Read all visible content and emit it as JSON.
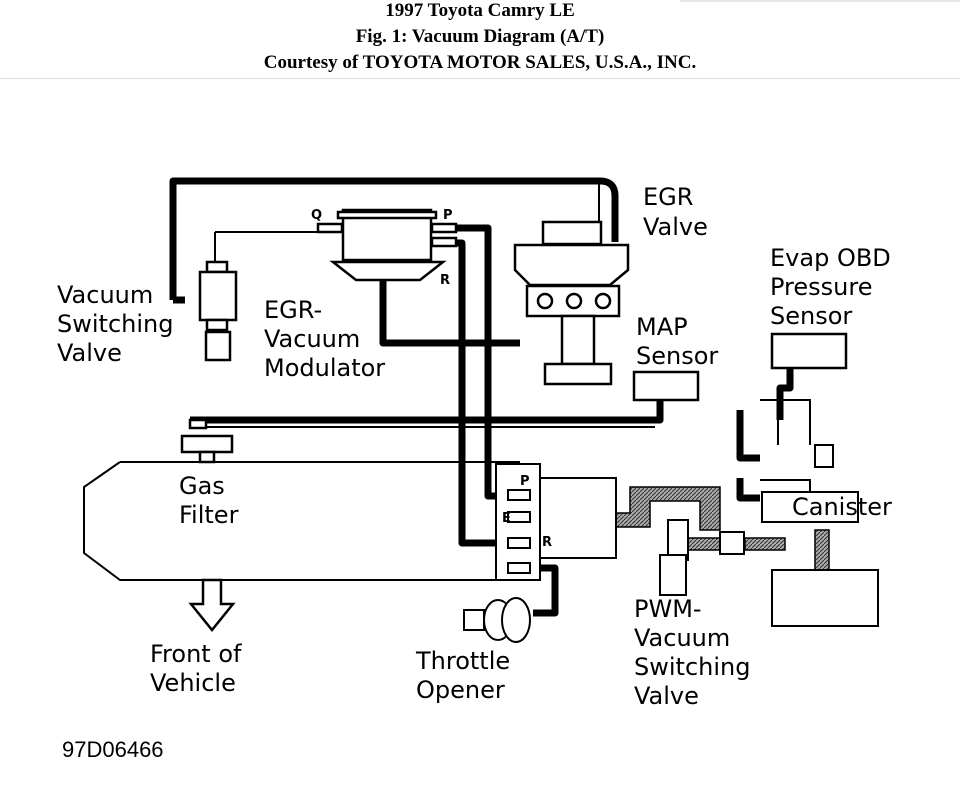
{
  "header": {
    "title": "1997 Toyota Camry LE",
    "figure": "Fig. 1: Vacuum Diagram (A/T)",
    "courtesy": "Courtesy of TOYOTA MOTOR SALES, U.S.A., INC."
  },
  "labels": {
    "egr_valve": [
      "EGR",
      "Valve"
    ],
    "vsv": [
      "Vacuum",
      "Switching",
      "Valve"
    ],
    "egr_modulator": [
      "EGR-",
      "Vacuum",
      "Modulator"
    ],
    "map_sensor": [
      "MAP",
      "Sensor"
    ],
    "evap_obd": [
      "Evap OBD",
      "Pressure",
      "Sensor"
    ],
    "gas_filter": [
      "Gas",
      "Filter"
    ],
    "canister": "Canister",
    "front_vehicle": [
      "Front of",
      "Vehicle"
    ],
    "throttle_opener": [
      "Throttle",
      "Opener"
    ],
    "pwm_vsv": [
      "PWM-",
      "Vacuum",
      "Switching",
      "Valve"
    ],
    "port_q": "Q",
    "port_p_mod": "P",
    "port_r_mod": "R",
    "port_p": "P",
    "port_e": "E",
    "port_r": "R"
  },
  "figure_code": "97D06466"
}
